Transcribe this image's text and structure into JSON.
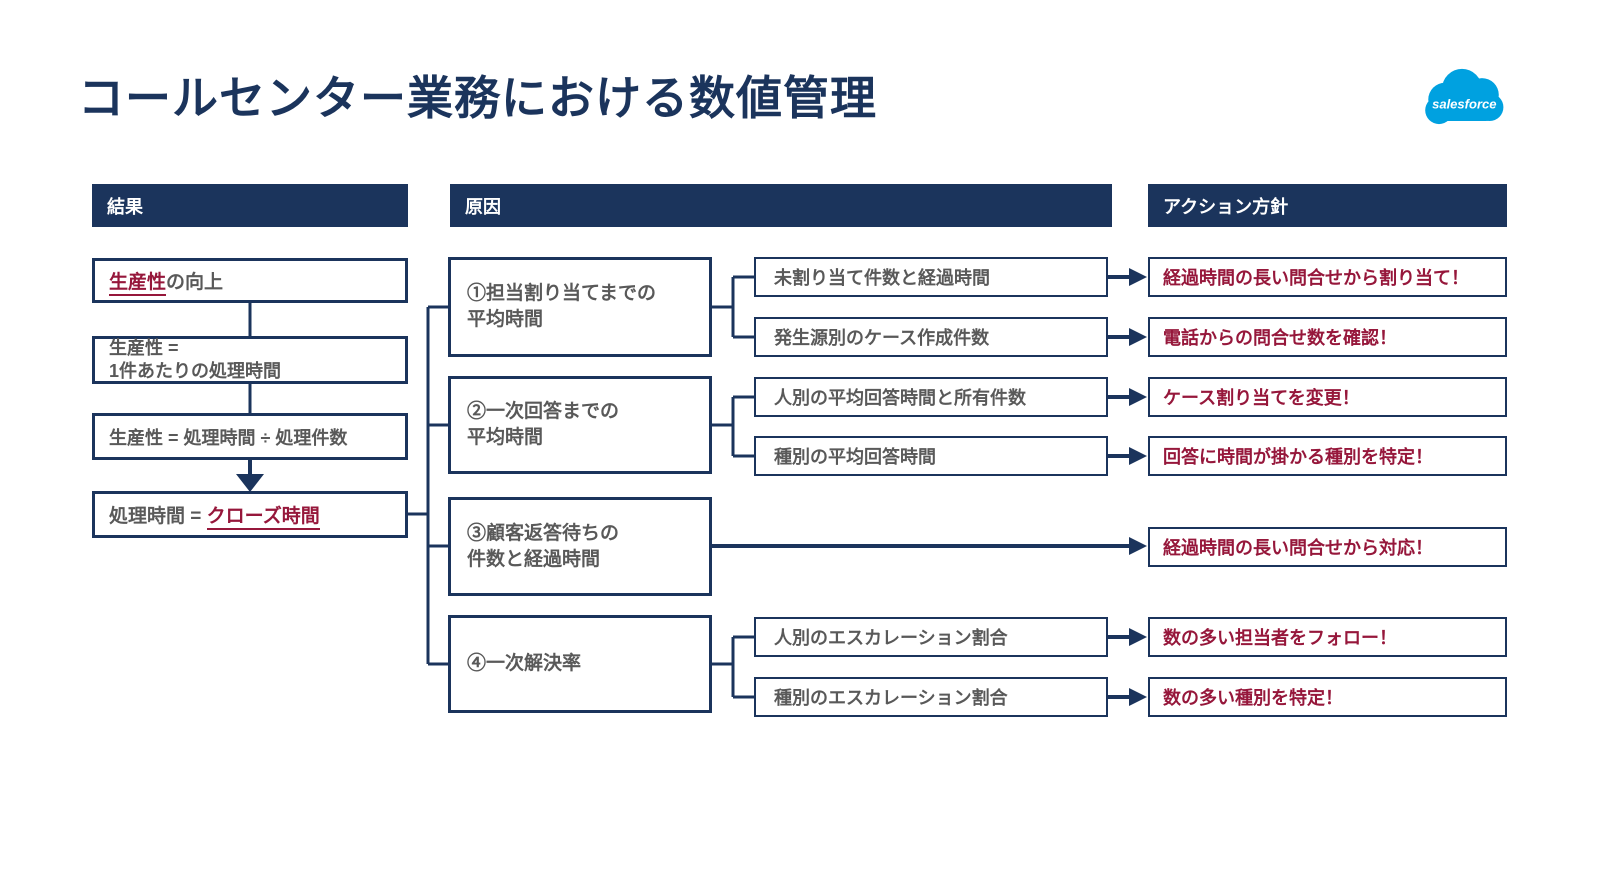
{
  "title": "コールセンター業務における数値管理",
  "logo": {
    "brand": "salesforce",
    "cloud_color": "#00A1E0"
  },
  "colors": {
    "navy": "#1B345C",
    "red": "#96173B",
    "gray": "#595959",
    "logo_blue": "#00A1E0"
  },
  "columns": {
    "result_header": "結果",
    "cause_header": "原因",
    "action_header": "アクション方針"
  },
  "result": {
    "box1": {
      "em": "生産性",
      "rest": "の向上"
    },
    "box2": {
      "line1": "生産性 =",
      "line2": "1件あたりの処理時間"
    },
    "box3": {
      "label": "生産性 = 処理時間 ÷ 処理件数"
    },
    "box4": {
      "pre": "処理時間 = ",
      "em": "クローズ時間"
    }
  },
  "causes": [
    {
      "line1": "①担当割り当てまでの",
      "line2": "平均時間"
    },
    {
      "line1": "②一次回答までの",
      "line2": "平均時間"
    },
    {
      "line1": "③顧客返答待ちの",
      "line2": "件数と経過時間"
    },
    {
      "line1": "④一次解決率",
      "line2": ""
    }
  ],
  "metrics": [
    "未割り当て件数と経過時間",
    "発生源別のケース作成件数",
    "人別の平均回答時間と所有件数",
    "種別の平均回答時間",
    "人別のエスカレーション割合",
    "種別のエスカレーション割合"
  ],
  "actions": [
    "経過時間の長い問合せから割り当て！",
    "電話からの問合せ数を確認！",
    "ケース割り当てを変更！",
    "回答に時間が掛かる種別を特定！",
    "経過時間の長い問合せから対応！",
    "数の多い担当者をフォロー！",
    "数の多い種別を特定！"
  ]
}
